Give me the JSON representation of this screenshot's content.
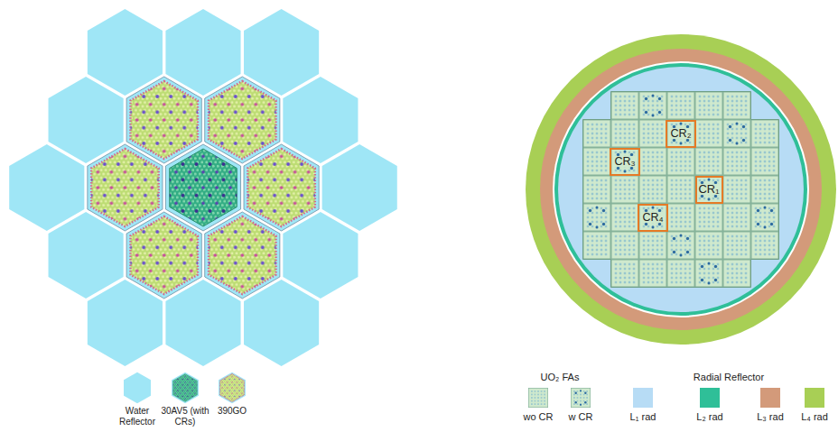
{
  "diagram": {
    "nodes": [
      {
        "text": [
          "CR₂"
        ]
      },
      {
        "text": [
          "CR₃"
        ]
      },
      {
        "text": [
          "CR₁"
        ]
      },
      {
        "text": [
          "CR₄"
        ]
      }
    ],
    "labels": [
      "UO₂ FAs",
      "Radial Reflector"
    ],
    "legend": [
      {
        "text": "Water Reflector",
        "color": "#9fe6f6"
      },
      {
        "text": "30AV5 (with CRs)"
      },
      {
        "text": "390GO"
      },
      {
        "text": "wo CR"
      },
      {
        "text": "w CR"
      },
      {
        "text": "L₁ rad",
        "color": "#b7dcf5"
      },
      {
        "text": "L₂ rad",
        "color": "#2fbf98"
      },
      {
        "text": "L₃ rad",
        "color": "#d39a7a"
      },
      {
        "text": "L₄ rad",
        "color": "#a8cf55"
      }
    ]
  }
}
